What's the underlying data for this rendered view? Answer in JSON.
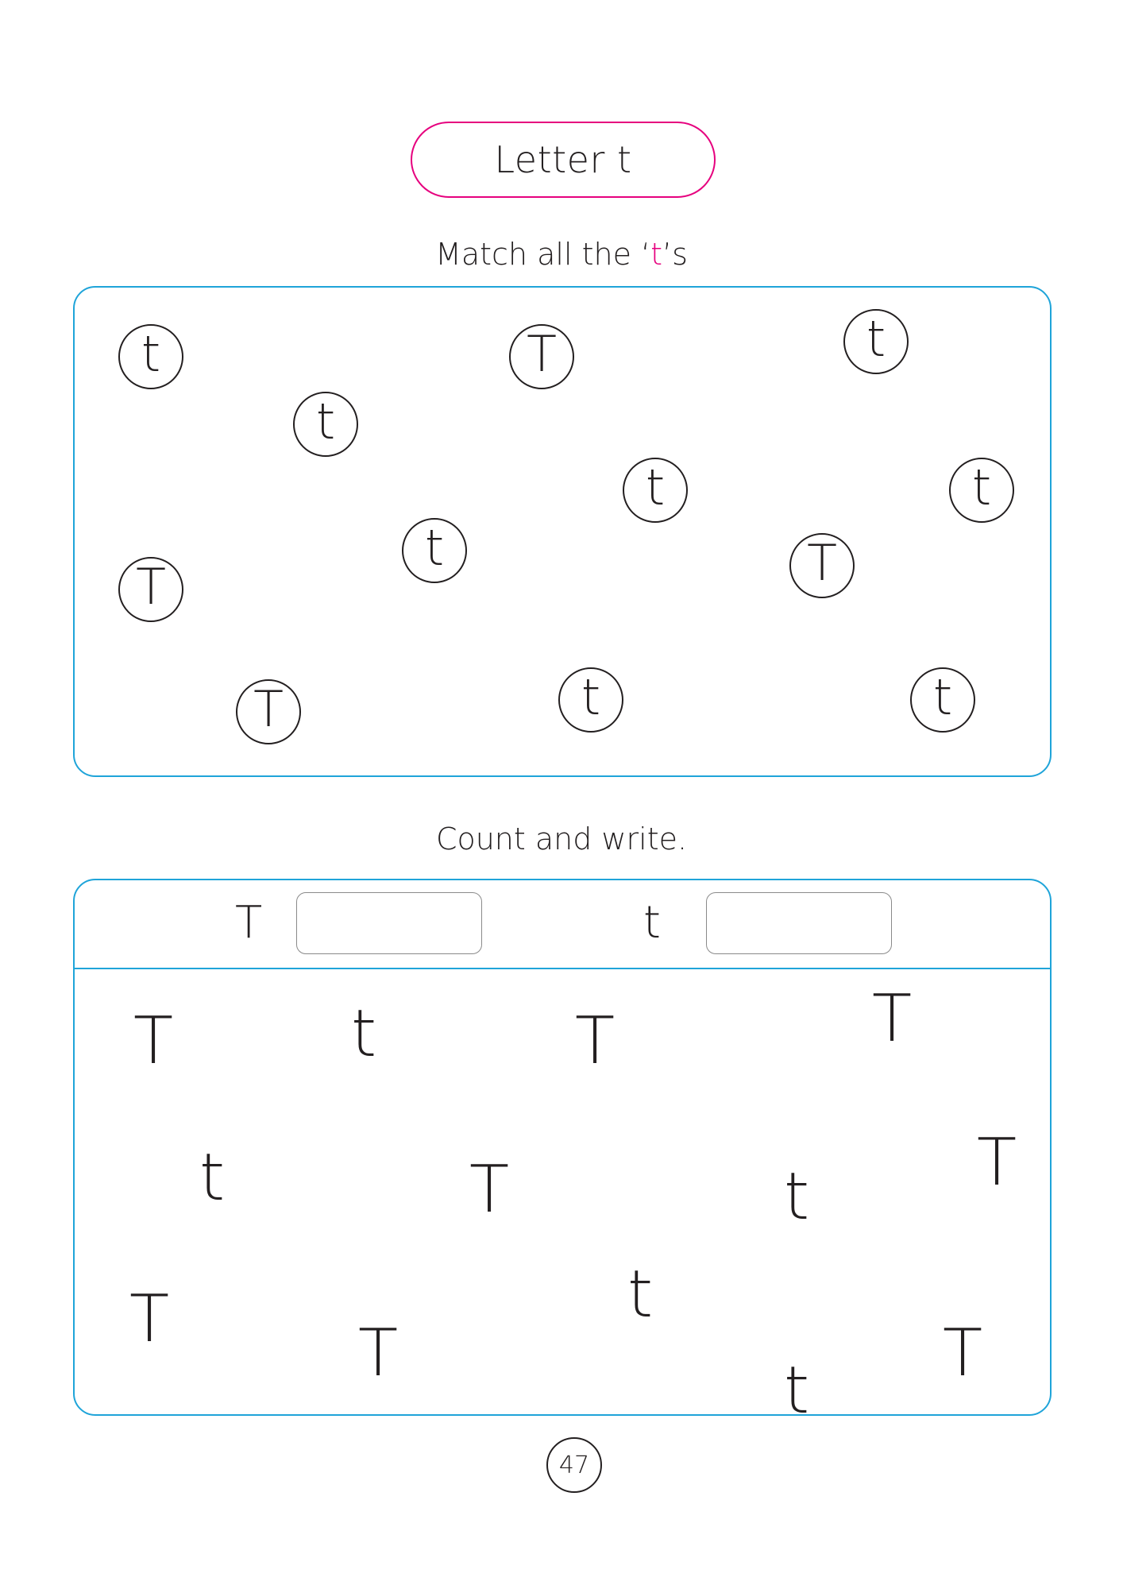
{
  "title": "Letter t",
  "match_section": {
    "heading_before": "Match all the ‘",
    "heading_highlight": "t",
    "heading_after": "’s",
    "highlight_color": "#e6007e",
    "letters": [
      "t",
      "t",
      "T",
      "t",
      "t",
      "t",
      "t",
      "T",
      "T",
      "T",
      "t",
      "t"
    ]
  },
  "count_section": {
    "heading": "Count and write.",
    "upper_label": "T",
    "lower_label": "t",
    "letters": [
      "T",
      "t",
      "T",
      "T",
      "t",
      "T",
      "t",
      "T",
      "T",
      "T",
      "t",
      "t",
      "T"
    ]
  },
  "page_number": "47",
  "colors": {
    "title_border": "#e6007e",
    "panel_border": "#1fa4d9"
  }
}
